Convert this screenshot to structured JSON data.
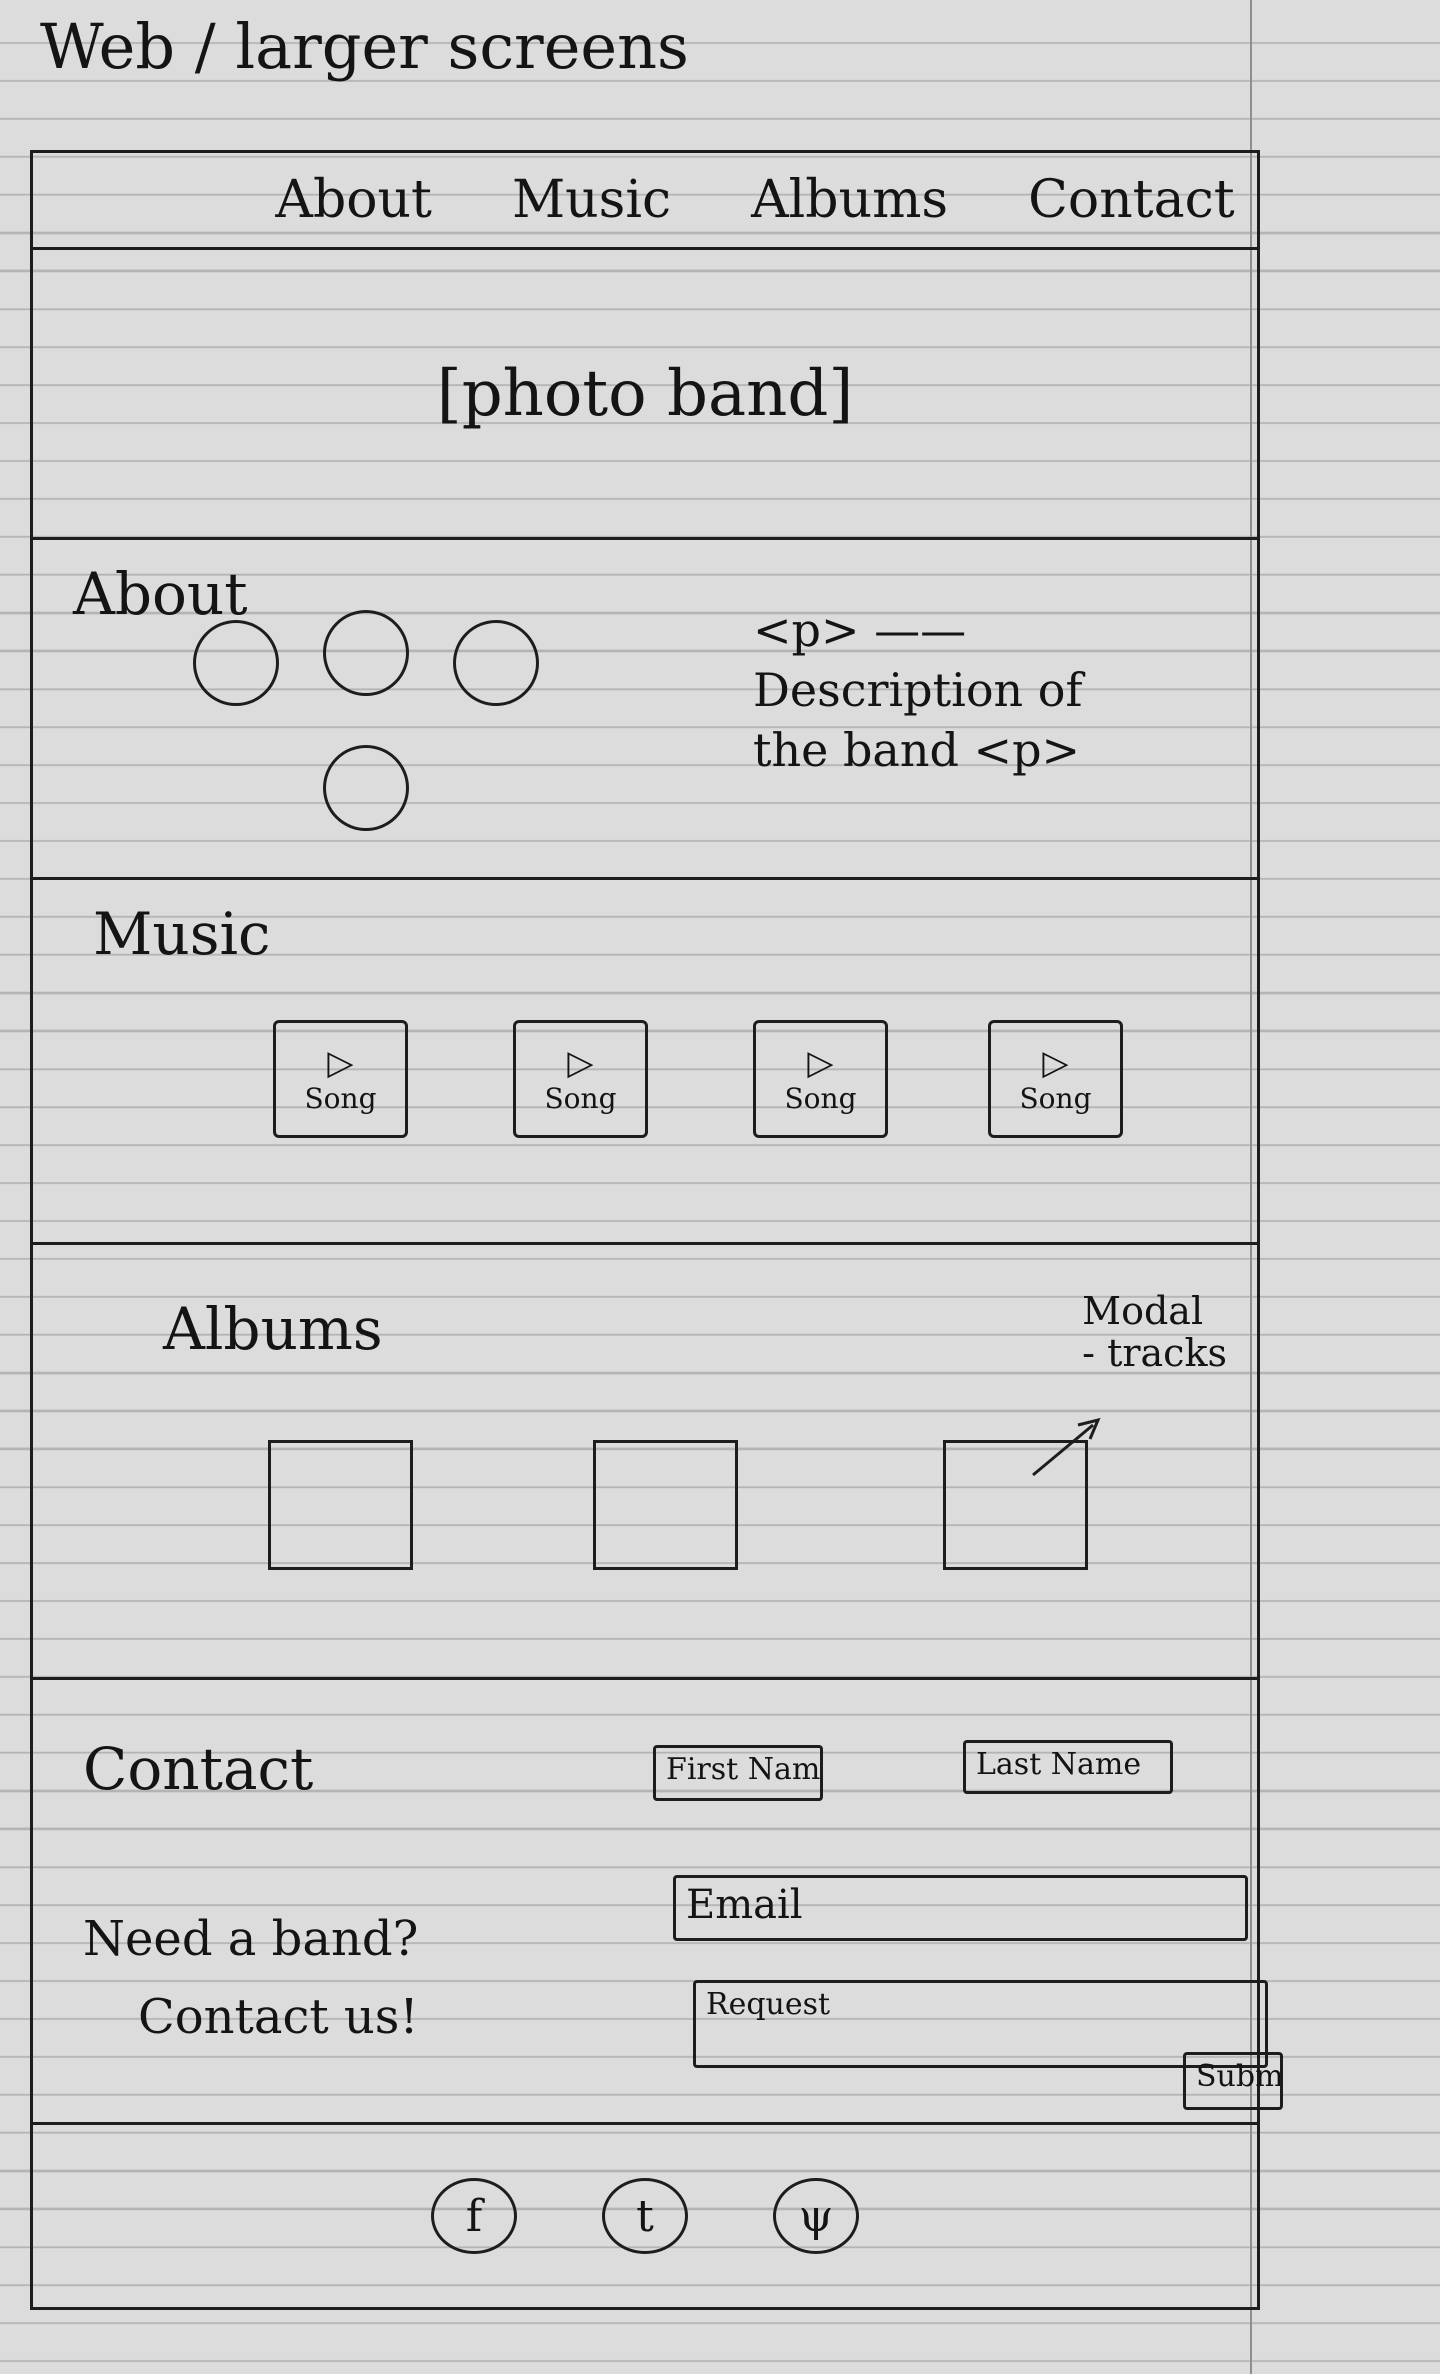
{
  "page_caption": "Web / larger screens",
  "nav": [
    "About",
    "Music",
    "Albums",
    "Contact"
  ],
  "hero": {
    "placeholder": "[photo band]"
  },
  "about": {
    "title": "About",
    "text_line1": "<p> ——",
    "text_line2": "Description of",
    "text_line3": "the band <p>"
  },
  "music": {
    "title": "Music",
    "songs": [
      "Song",
      "Song",
      "Song",
      "Song"
    ],
    "play_icon": "play-icon"
  },
  "albums": {
    "title": "Albums",
    "note_line1": "Modal",
    "note_line2": "- tracks"
  },
  "contact": {
    "title": "Contact",
    "pitch_line1": "Need a band?",
    "pitch_line2": "Contact us!",
    "first_name": "First Name",
    "last_name": "Last Name",
    "email": "Email",
    "request": "Request",
    "submit": "Submit"
  },
  "footer": {
    "social": [
      "f",
      "t",
      "ψ"
    ]
  }
}
